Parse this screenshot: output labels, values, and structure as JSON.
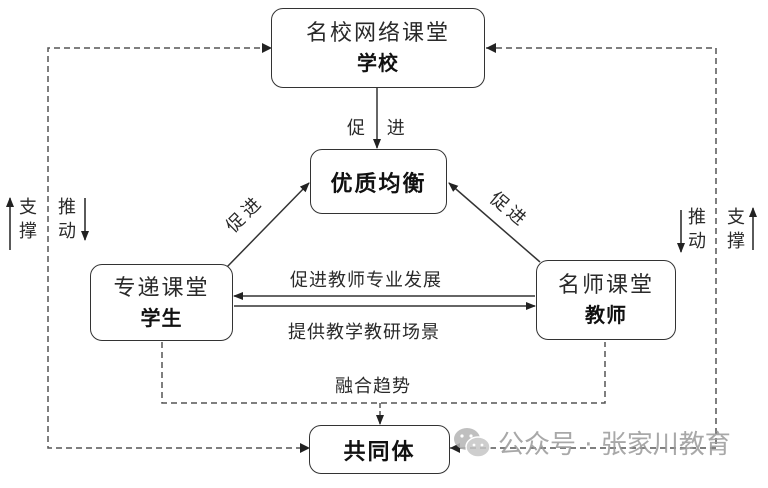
{
  "nodes": {
    "school": {
      "title": "名校网络课堂",
      "subtitle": "学校"
    },
    "balance": {
      "title": "优质均衡"
    },
    "student": {
      "title": "专递课堂",
      "subtitle": "学生"
    },
    "teacher": {
      "title": "名师课堂",
      "subtitle": "教师"
    },
    "community": {
      "title": "共同体"
    }
  },
  "edges": {
    "school_to_balance": "促 进",
    "student_to_balance": "促进",
    "teacher_to_balance": "促进",
    "teacher_to_student": "促进教师专业发展",
    "student_to_teacher": "提供教学教研场景",
    "merge_to_community": "融合趋势"
  },
  "side_labels": {
    "left_support": [
      "支",
      "撑"
    ],
    "left_drive": [
      "推",
      "动"
    ],
    "right_drive": [
      "推",
      "动"
    ],
    "right_support": [
      "支",
      "撑"
    ]
  },
  "watermark": {
    "icon": "wechat-icon",
    "text": "公众号 · 张家川教育"
  }
}
